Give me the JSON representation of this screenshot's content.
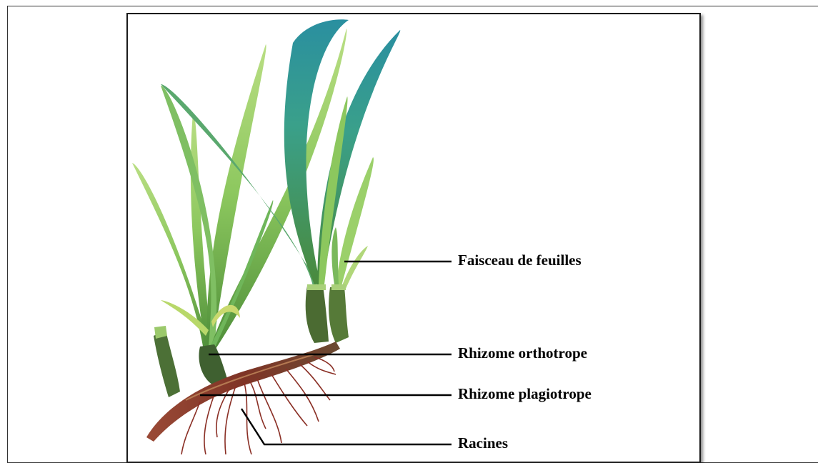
{
  "diagram": {
    "labels": [
      {
        "id": "faisceau",
        "text": "Faisceau de feuilles"
      },
      {
        "id": "orthotrope",
        "text": "Rhizome orthotrope"
      },
      {
        "id": "plagiotrope",
        "text": "Rhizome plagiotrope"
      },
      {
        "id": "racines",
        "text": "Racines"
      }
    ]
  },
  "colors": {
    "leaf_light": "#a6d36a",
    "leaf_mid": "#6fb65a",
    "leaf_teal": "#2f9a95",
    "rhizome": "#8b3a2a",
    "root": "#8a2f25",
    "scale_dark": "#3d5a2e",
    "leader_line": "#000000"
  }
}
